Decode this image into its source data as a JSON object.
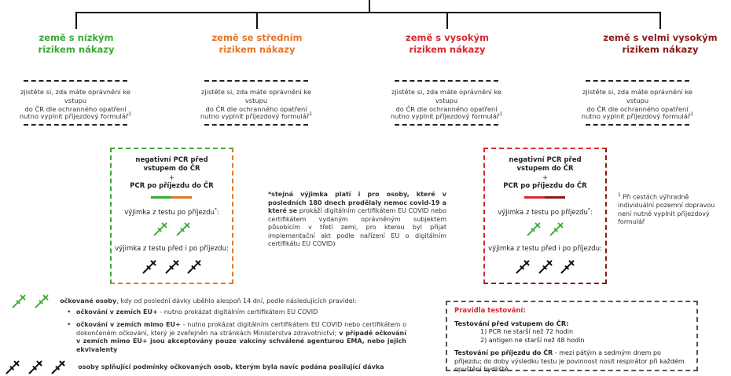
{
  "categories": [
    {
      "label_line1": "země s nízkým",
      "label_line2": "rizikem nákazy",
      "color": "#3aa935"
    },
    {
      "label_line1": "země se středním",
      "label_line2": "rizikem nákazy",
      "color": "#e5772a"
    },
    {
      "label_line1": "země s vysokým",
      "label_line2": "rizikem nákazy",
      "color": "#d7282f"
    },
    {
      "label_line1": "země s velmi vysokým",
      "label_line2": "rizikem nákazy",
      "color": "#8b1a1a"
    }
  ],
  "info_block": {
    "line1": "zjistěte si, zda máte oprávnění ke vstupu",
    "line2": "do ČR dle ochranného opatření",
    "form": "nutno vyplnit příjezdový formulář",
    "form_sup": "1"
  },
  "box": {
    "line1": "negativní PCR před",
    "line2": "vstupem do ČR",
    "plus": "+",
    "line3": "PCR po příjezdu do ČR",
    "exempt_after": "výjimka z testu po příjezdu",
    "exempt_after_sup": "*",
    "exempt_both": "výjimka z testu před i po příjezdu:",
    "left_border": "#e5772a",
    "right_border": "#8b1a1a"
  },
  "middle_note": {
    "bold": "*stejná výjimka platí i pro osoby, které v posledních 180 dnech prodělaly nemoc covid-19 a které se",
    "rest": " prokáží digitálním certifikátem EU COVID nebo certifikátem vydaným oprávněným subjektem působícím v třetí zemi, pro kterou byl přijat implementační akt podle nařízení EU o digitálním certifikátu EU COVID)"
  },
  "footnote": {
    "sup": "1",
    "text": "Při cestách výhradně individuální pozemní dopravou není nutné vyplnit příjezdový formulář"
  },
  "vaccinated": {
    "bold": "očkované osoby",
    "text": ", kdy od poslední dávky uběhlo alespoň 14 dní, podle následujících pravidel:",
    "bullet1_bold": "očkování v zemích EU+",
    "bullet1_text": " - nutno prokázat digitálním certifikátem EU COVID",
    "bullet2_bold": "očkování v zemích mimo EU+",
    "bullet2_text": " - nutno prokázat digitálním certifikátem EU COVID nebo certifikátem o dokončeném očkování, který je zveřejněn na stránkách Ministerstva zdravotnictví;",
    "bullet2_bold2": " v případě očkování v zemích mimo EU+ jsou akceptovány pouze vakcíny schválené agenturou EMA, nebo jejich ekvivalenty",
    "booster": "osoby splňující podmínky očkovaných osob, kterým byla navíc podána posilující dávka"
  },
  "rules": {
    "title": "Pravidla testování:",
    "title_color": "#d7282f",
    "before_title": "Testování před vstupem do ČR:",
    "before_1": "1) PCR ne starší než 72 hodin",
    "before_2": "2) antigen ne starší než 48 hodin",
    "after_bold": "Testování po příjezdu do ČR",
    "after_text": " - mezi pátým a sedmým dnem po příjezdu; do doby výsledku testu je povinnost nosit respirátor při každém opuštění bydliště"
  },
  "icons": {
    "green_syringe": "syringe-green-icon",
    "black_syringe": "syringe-black-icon"
  }
}
